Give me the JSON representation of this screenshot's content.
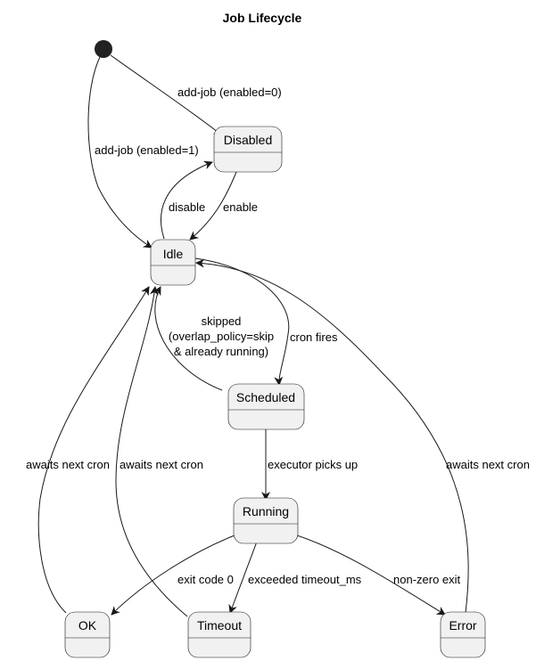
{
  "diagram": {
    "title": "Job Lifecycle",
    "states": {
      "disabled": "Disabled",
      "idle": "Idle",
      "scheduled": "Scheduled",
      "running": "Running",
      "ok": "OK",
      "timeout": "Timeout",
      "error": "Error"
    },
    "transitions": {
      "start_to_disabled": "add-job (enabled=0)",
      "start_to_idle": "add-job (enabled=1)",
      "idle_to_disabled": "disable",
      "disabled_to_idle": "enable",
      "scheduled_to_idle": [
        "skipped",
        "(overlap_policy=skip",
        "& already running)"
      ],
      "idle_to_scheduled": "cron fires",
      "scheduled_to_running": "executor picks up",
      "running_to_ok": "exit code 0",
      "running_to_timeout": "exceeded timeout_ms",
      "running_to_error": "non-zero exit",
      "ok_to_idle": "awaits next cron",
      "timeout_to_idle": "awaits next cron",
      "error_to_idle": "awaits next cron"
    }
  }
}
